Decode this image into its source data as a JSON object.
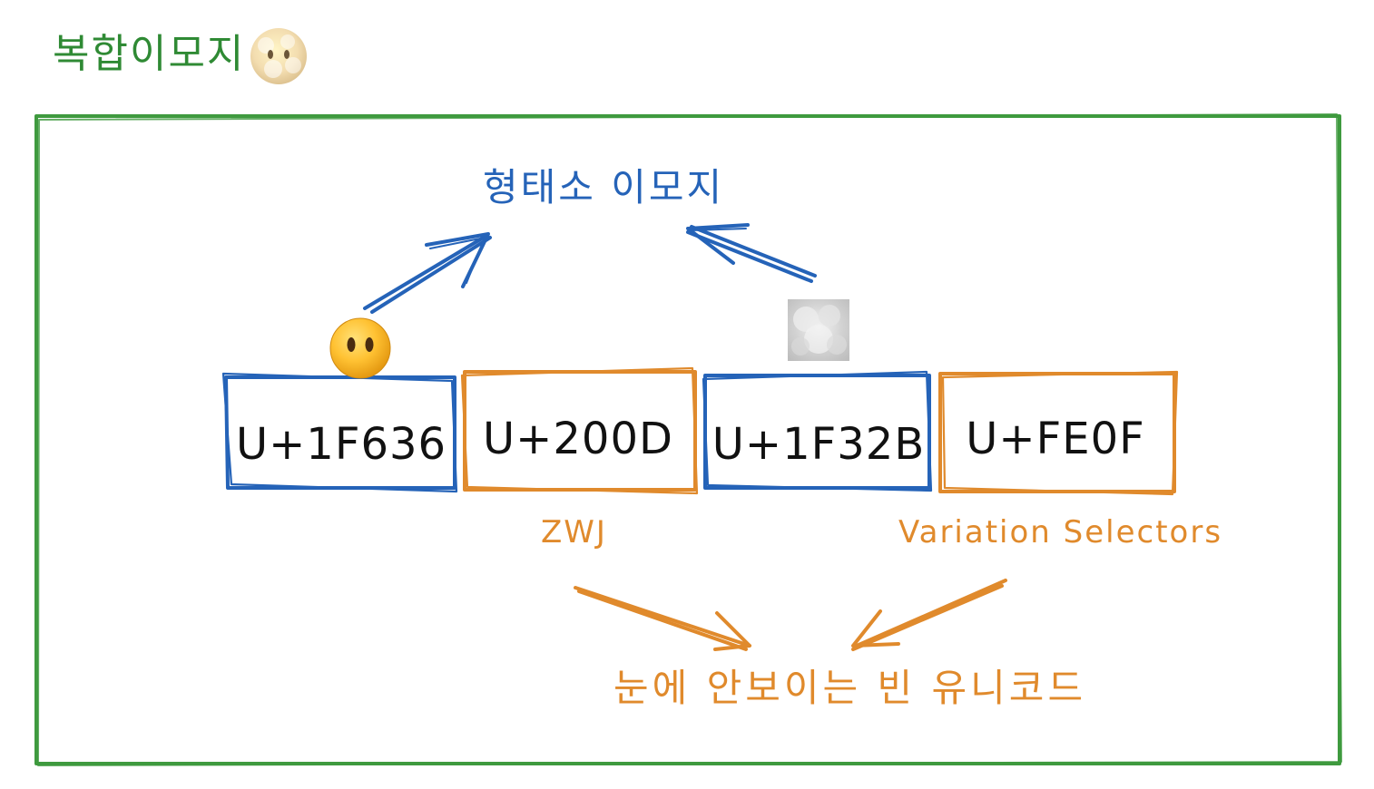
{
  "header": {
    "title": "복합이모지",
    "title_emoji_icon": "face-in-clouds-icon"
  },
  "diagram": {
    "top_label": "형태소 이모지",
    "bottom_label": "눈에 안보이는 빈 유니코드",
    "codepoints": [
      {
        "code": "U+1F636",
        "kind": "morpheme",
        "icon": "face-without-mouth-icon"
      },
      {
        "code": "U+200D",
        "kind": "invisible"
      },
      {
        "code": "U+1F32B",
        "kind": "morpheme",
        "icon": "fog-icon"
      },
      {
        "code": "U+FE0F",
        "kind": "invisible"
      }
    ],
    "notes": {
      "zwj": "ZWJ",
      "variation_selectors": "Variation Selectors"
    }
  },
  "colors": {
    "frame": "#3f9a3f",
    "morpheme": "#2563b8",
    "invisible": "#e08a2c",
    "title": "#2f8a34",
    "text": "#111111"
  }
}
